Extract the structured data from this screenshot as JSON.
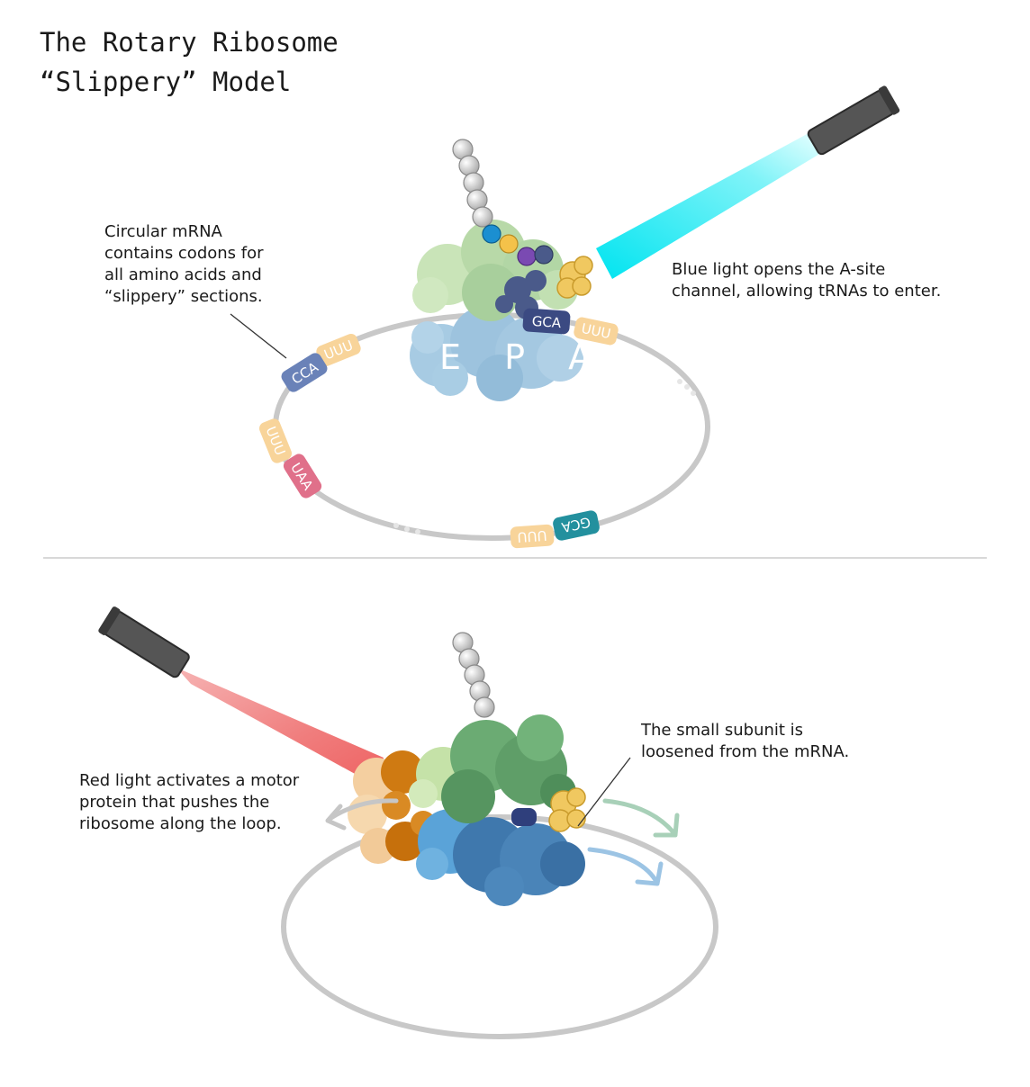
{
  "title": {
    "line1": "The Rotary Ribosome",
    "line2": "“Slippery” Model"
  },
  "top_panel": {
    "mrna_note": [
      "Circular mRNA",
      "contains codons for",
      "all amino acids and",
      "“slippery” sections."
    ],
    "blue_light_note": [
      "Blue light opens the A-site",
      "channel, allowing tRNAs to enter."
    ],
    "site_labels": "E P A",
    "codons": {
      "gca_site": "GCA",
      "uuu_right": "UUU",
      "cca": "CCA",
      "uuu_left": "UUU",
      "uuu_lower_left": "UUU",
      "uaa": "UAA",
      "uuu_bottom": "UUU",
      "gca_bottom": "GCA"
    }
  },
  "bottom_panel": {
    "red_light_note": [
      "Red light activates a motor",
      "protein that pushes the",
      "ribosome along the loop."
    ],
    "subunit_note": [
      "The small subunit is",
      "loosened from the mRNA."
    ]
  },
  "colors": {
    "blue_light": "#16e6f0",
    "red_light": "#ef6f6f",
    "mrna_loop": "#c8c8c8",
    "small_subunit_top": "#9dc3de",
    "large_subunit_top": "#b8d9a8",
    "small_subunit_bottom": "#3f78ad",
    "large_subunit_bottom": "#5f9e68",
    "motor_protein": "#cf7a12",
    "gate_protein": "#f0c860",
    "codon_uuu": "#f8d49a",
    "codon_gca_navy": "#3b4a82",
    "codon_cca": "#6a82b8",
    "codon_uaa": "#e0708a",
    "codon_gca_teal": "#23909e"
  },
  "icons": [
    "flashlight-icon",
    "amino-acid-chain-icon",
    "arrow-icon"
  ]
}
